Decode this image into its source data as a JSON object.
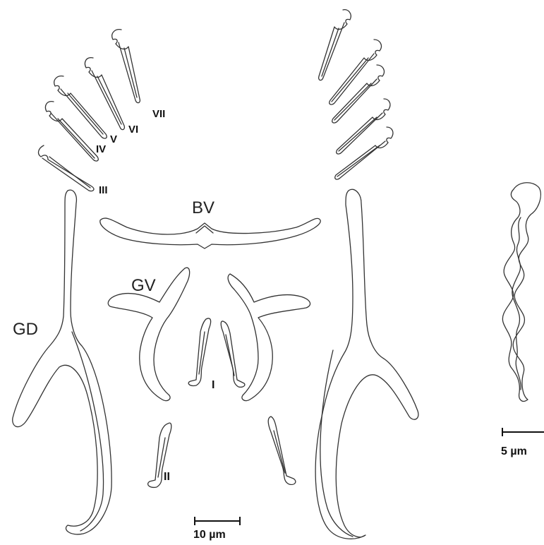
{
  "labels": {
    "hook_roman": [
      "I",
      "II",
      "III",
      "IV",
      "V",
      "VI",
      "VII"
    ],
    "ventral_bar": "BV",
    "ventral_anchor": "GV",
    "dorsal_anchor": "GD"
  },
  "scale_bars": {
    "main": "10 µm",
    "inset": "5 µm"
  },
  "colors": {
    "ink": "#333333",
    "background": "#ffffff"
  }
}
